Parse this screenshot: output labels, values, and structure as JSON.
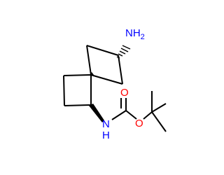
{
  "molecule": {
    "labels": {
      "amine_top": {
        "main": "NH",
        "sub": "2"
      },
      "amine_nh": "N",
      "amine_h": "H",
      "carbonyl_oxygen": "O",
      "ester_oxygen": "O"
    }
  },
  "colors": {
    "nitrogen": "#0000ff",
    "oxygen": "#ff0000",
    "carbon_bond": "#000000",
    "background": "#ffffff"
  }
}
